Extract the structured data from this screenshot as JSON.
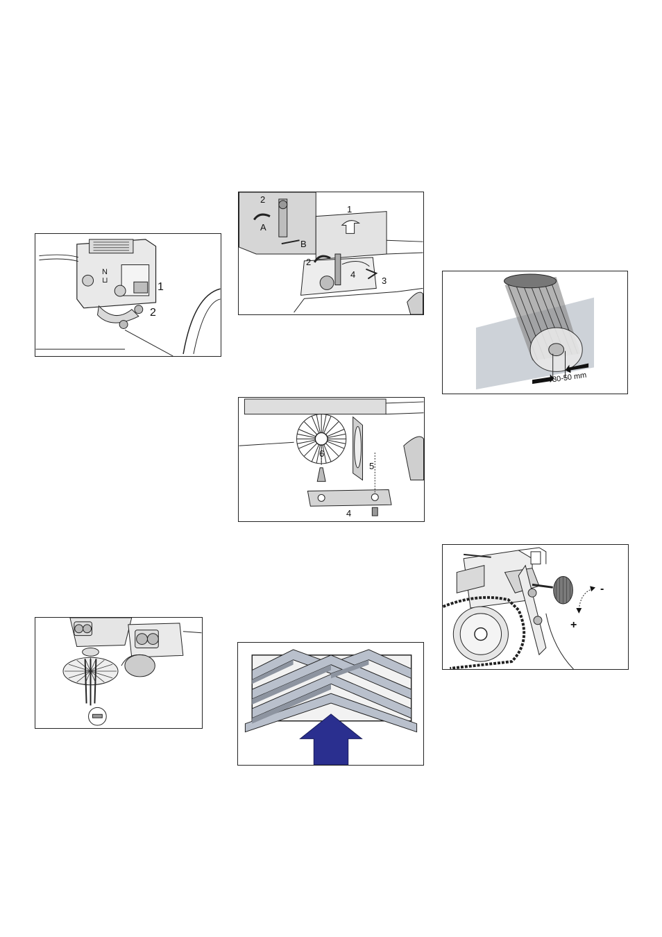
{
  "figures": {
    "fuel_valve": {
      "callouts": [
        "1",
        "2"
      ],
      "switch_markings": [
        "N",
        "⊔"
      ]
    },
    "lift_mechanism": {
      "callouts": [
        "2",
        "A",
        "B",
        "1",
        "2",
        "4",
        "3"
      ]
    },
    "roller_brush": {
      "callouts": [
        "6",
        "5",
        "4"
      ]
    },
    "chevron_brush": {
      "arrow_color": "#2a2f8f"
    },
    "brush_pattern": {
      "measurement": "30-50 mm"
    },
    "side_brush": {},
    "chain_tensioner": {
      "minus": "-",
      "plus": "+"
    }
  }
}
